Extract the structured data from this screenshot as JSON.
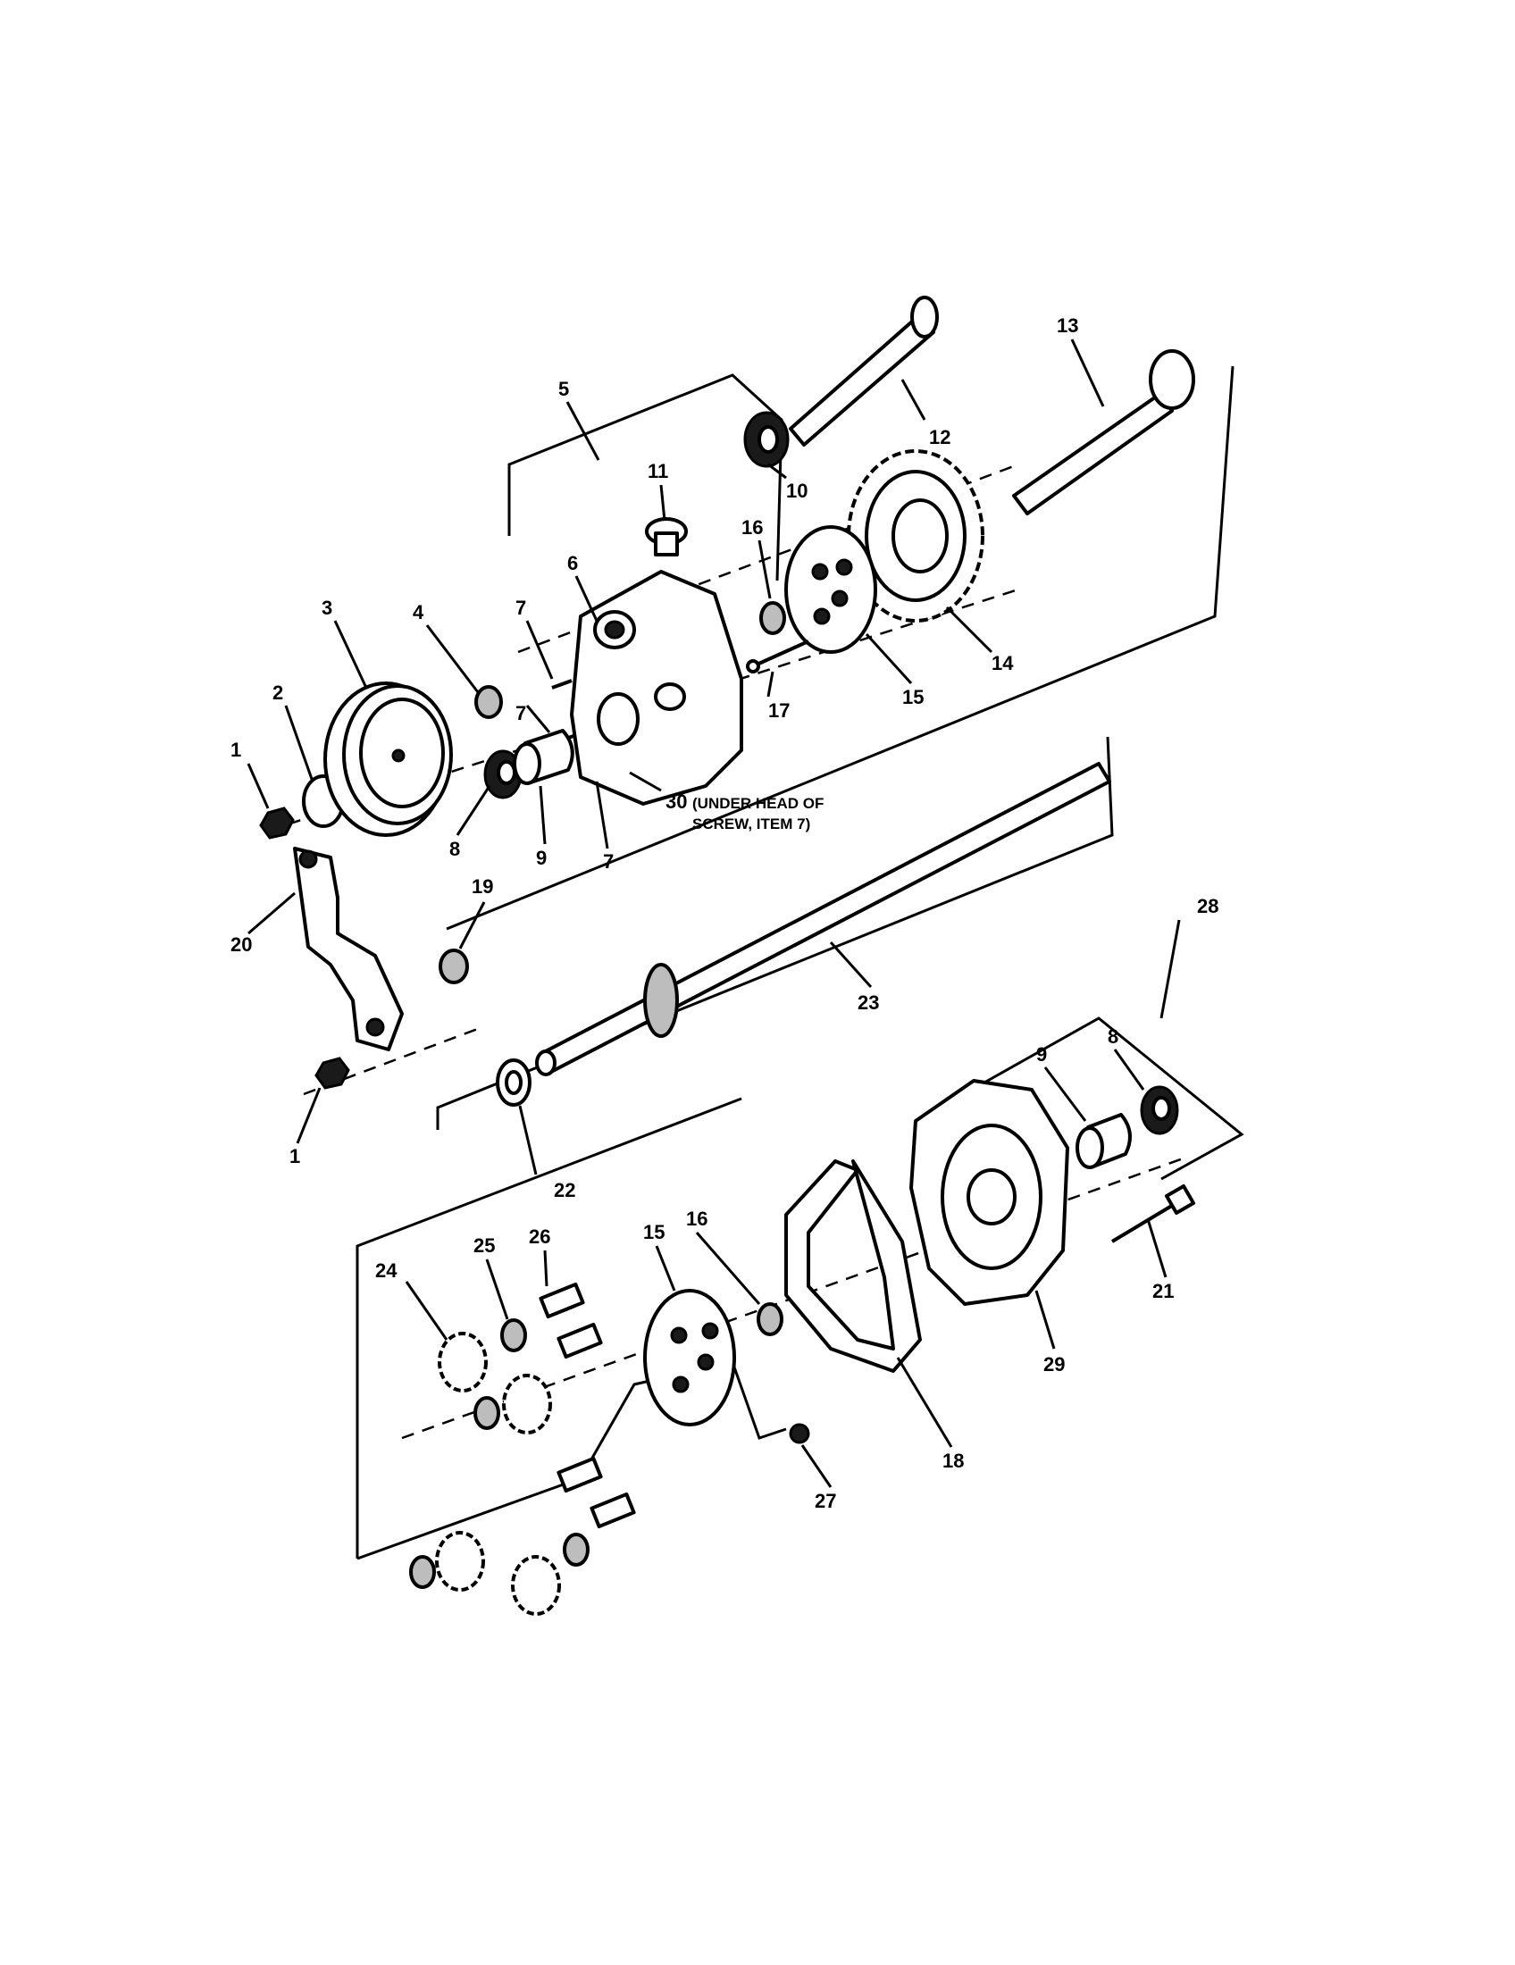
{
  "callouts": {
    "c1a": "1",
    "c1b": "1",
    "c2": "2",
    "c3": "3",
    "c4": "4",
    "c5": "5",
    "c6": "6",
    "c7a": "7",
    "c7b": "7",
    "c7c": "7",
    "c8a": "8",
    "c8b": "8",
    "c9a": "9",
    "c9b": "9",
    "c10": "10",
    "c11": "11",
    "c12": "12",
    "c13": "13",
    "c14": "14",
    "c15a": "15",
    "c15b": "15",
    "c16a": "16",
    "c16b": "16",
    "c17": "17",
    "c18": "18",
    "c19": "19",
    "c20": "20",
    "c21": "21",
    "c22": "22",
    "c23": "23",
    "c24": "24",
    "c25": "25",
    "c26": "26",
    "c27": "27",
    "c28": "28",
    "c29": "29",
    "c30": "30"
  },
  "notes": {
    "item30_line1": "(UNDER HEAD OF",
    "item30_line2": "SCREW, ITEM 7)"
  }
}
